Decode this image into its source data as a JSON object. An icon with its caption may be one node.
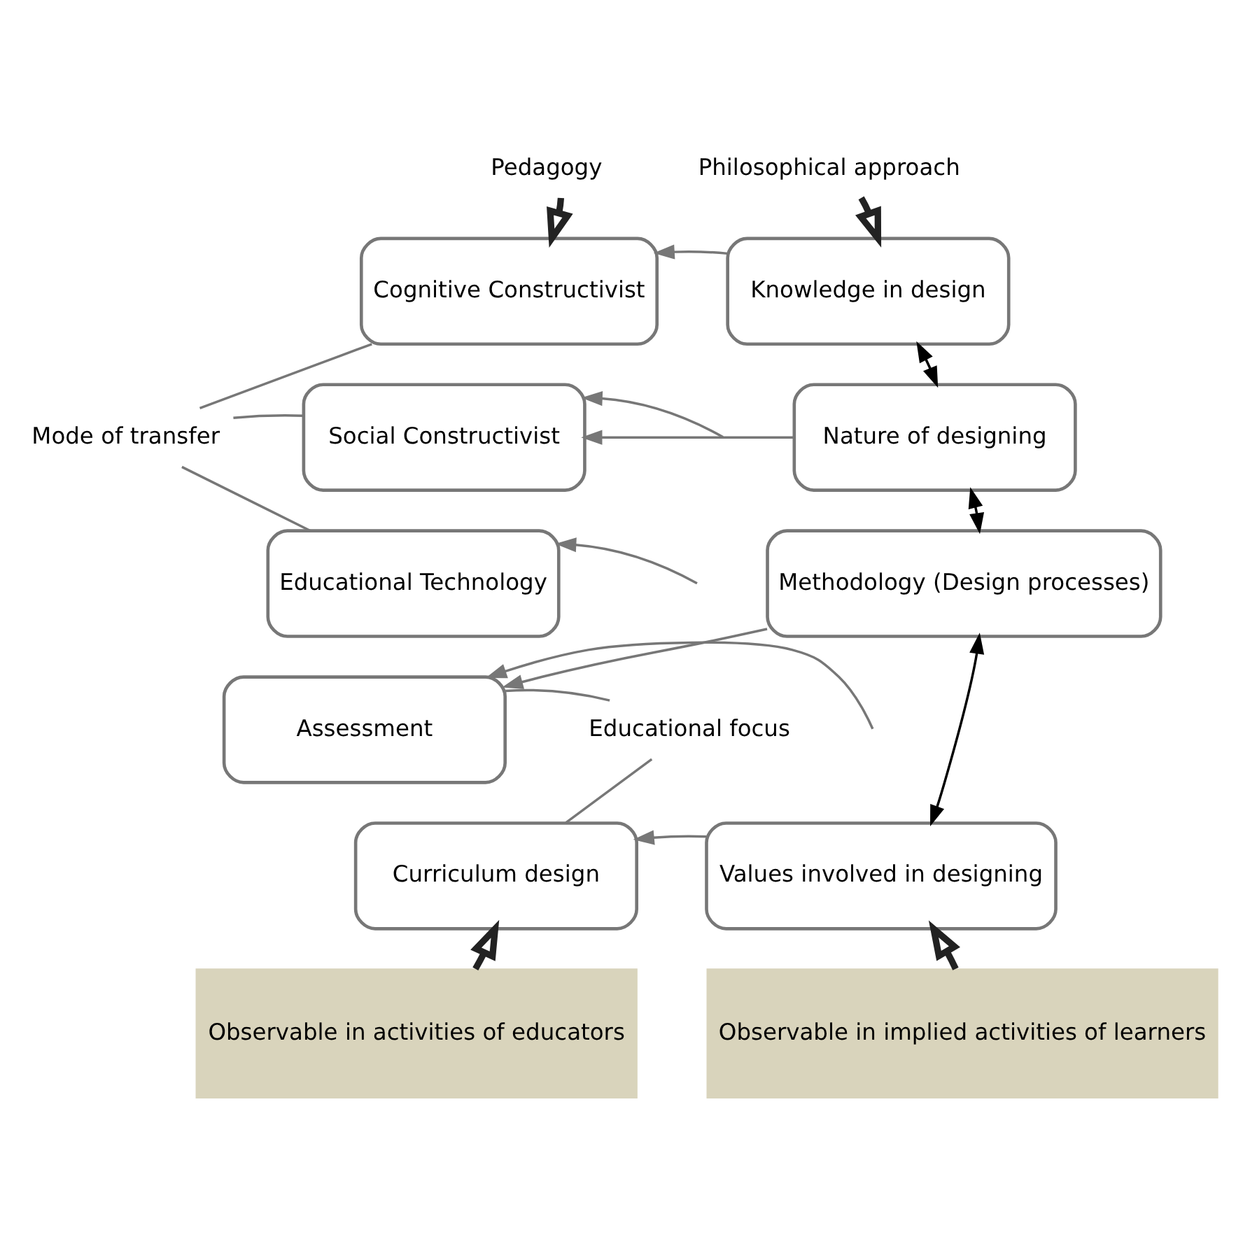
{
  "diagram": {
    "nodes": [
      {
        "text": [
          "Pedagogy"
        ]
      },
      {
        "text": [
          "Philosophical approach"
        ]
      },
      {
        "text": [
          "Cognitive Constructivist"
        ]
      },
      {
        "text": [
          "Knowledge in design"
        ]
      },
      {
        "text": [
          "Social Constructivist"
        ]
      },
      {
        "text": [
          "Nature of designing"
        ]
      },
      {
        "text": [
          "Mode of transfer"
        ]
      },
      {
        "text": [
          "Educational Technology"
        ]
      },
      {
        "text": [
          "Methodology (Design processes)"
        ]
      },
      {
        "text": [
          "Assessment"
        ]
      },
      {
        "text": [
          "Educational focus"
        ]
      },
      {
        "text": [
          "Curriculum design"
        ]
      },
      {
        "text": [
          "Values involved in designing"
        ]
      },
      {
        "text": [
          "Observable in activities of educators"
        ]
      },
      {
        "text": [
          "Observable in implied activities of learners"
        ]
      }
    ],
    "edges": [
      {
        "from": 0,
        "to": 2,
        "arrow": "to",
        "style": "thick",
        "color": "#222222"
      },
      {
        "from": 1,
        "to": 3,
        "arrow": "to",
        "style": "thick",
        "color": "#222222"
      },
      {
        "from": 3,
        "to": 2,
        "arrow": "to"
      },
      {
        "from": null,
        "to": 4,
        "arrow": "to"
      },
      {
        "from": 5,
        "to": 4,
        "arrow": "to"
      },
      {
        "from": null,
        "to": 7,
        "arrow": "to"
      },
      {
        "from": 8,
        "to": 9,
        "arrow": "to"
      },
      {
        "from": null,
        "to": 9,
        "arrow": "to"
      },
      {
        "from": 12,
        "to": 11,
        "arrow": "to"
      },
      {
        "from": 3,
        "to": 5,
        "arrow": "both",
        "color": "#000000"
      },
      {
        "from": 5,
        "to": 8,
        "arrow": "both",
        "color": "#000000"
      },
      {
        "from": 8,
        "to": 12,
        "arrow": "both",
        "color": "#000000"
      },
      {
        "from": 6,
        "to": 2,
        "arrow": "none"
      },
      {
        "from": 6,
        "to": 4,
        "arrow": "none"
      },
      {
        "from": 6,
        "to": 7,
        "arrow": "none"
      },
      {
        "from": 10,
        "to": 9,
        "arrow": "none"
      },
      {
        "from": 10,
        "to": 11,
        "arrow": "none"
      },
      {
        "from": 13,
        "to": 11,
        "arrow": "to",
        "style": "thick",
        "color": "#222222"
      },
      {
        "from": 14,
        "to": 12,
        "arrow": "to",
        "style": "thick",
        "color": "#222222"
      }
    ]
  }
}
